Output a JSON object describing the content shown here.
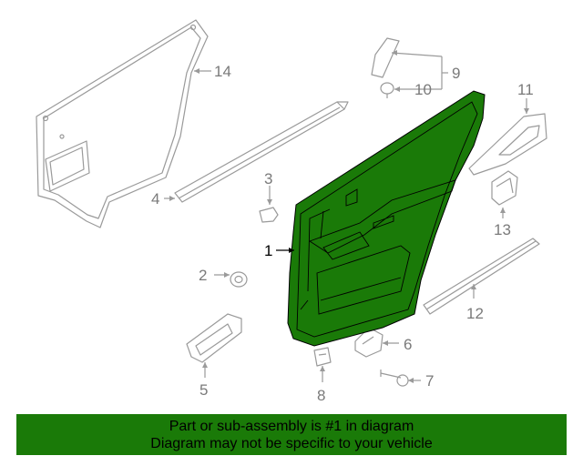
{
  "callouts": {
    "c1": "1",
    "c2": "2",
    "c3": "3",
    "c4": "4",
    "c5": "5",
    "c6": "6",
    "c7": "7",
    "c8": "8",
    "c9": "9",
    "c10": "10",
    "c11": "11",
    "c12": "12",
    "c13": "13",
    "c14": "14"
  },
  "highlight_part": "1",
  "colors": {
    "highlight": "#1a7a08",
    "line": "#9a9a9a",
    "banner_bg": "#1a7a08"
  },
  "banner": {
    "line1": "Part or sub-assembly is #1 in diagram",
    "line2": "Diagram may not be specific to your vehicle"
  }
}
